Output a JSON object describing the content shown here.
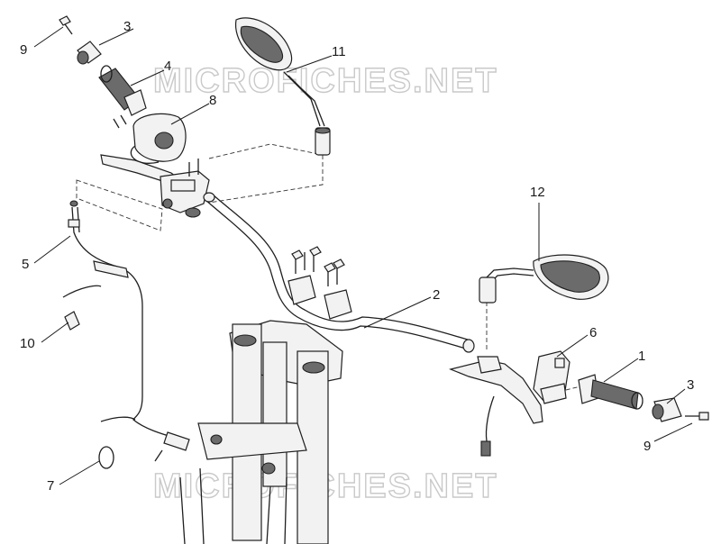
{
  "watermark": "MICROFICHES.NET",
  "labels": {
    "l1": "1",
    "l2": "2",
    "l3a": "3",
    "l3b": "3",
    "l4": "4",
    "l5": "5",
    "l6": "6",
    "l7": "7",
    "l8": "8",
    "l9a": "9",
    "l9b": "9",
    "l10": "10",
    "l11": "11",
    "l12": "12"
  }
}
